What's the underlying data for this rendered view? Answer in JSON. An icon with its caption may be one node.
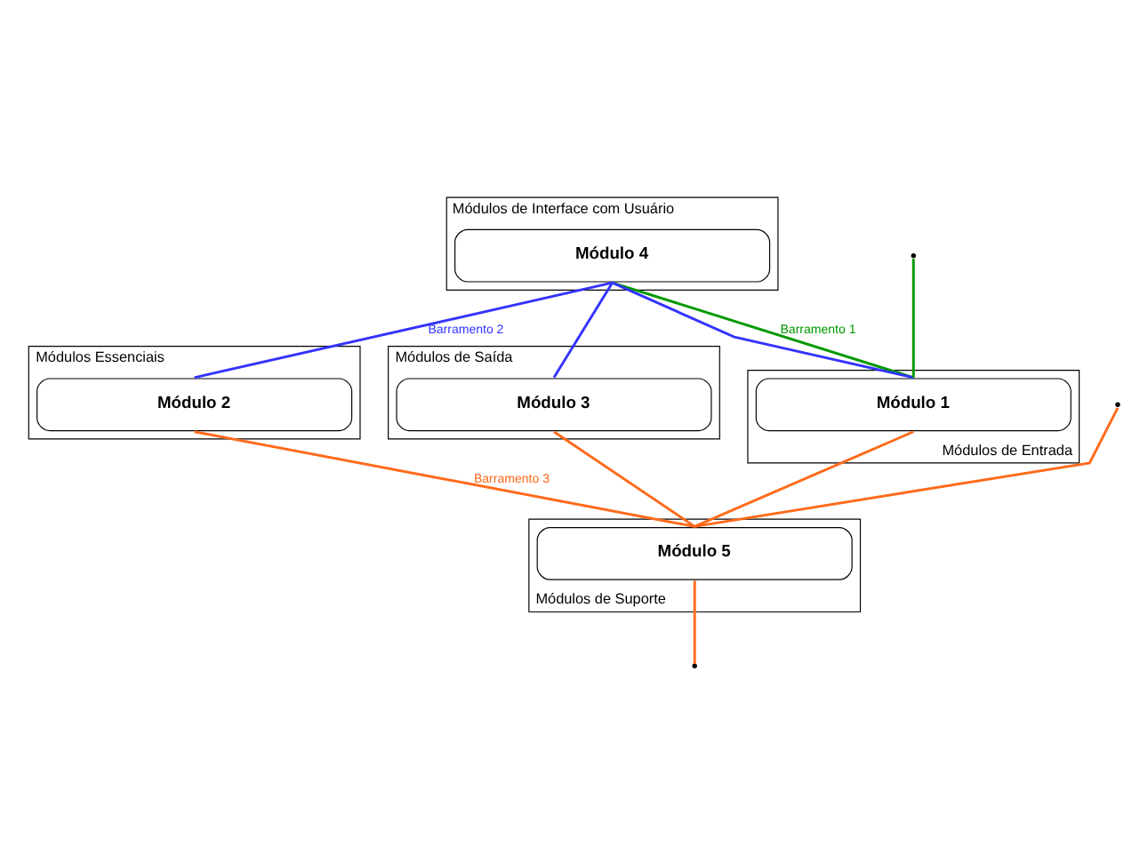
{
  "diagram": {
    "nodes": [
      {
        "text": [
          "Módulos de Interface com Usuário"
        ]
      },
      {
        "text": [
          "Módulo 4"
        ],
        "in": 0
      },
      {
        "text": [
          "Módulos de Entrada"
        ]
      },
      {
        "text": [
          "Módulo 1"
        ],
        "in": 2
      },
      {
        "text": [
          "Módulos Essenciais"
        ]
      },
      {
        "text": [
          "Módulo 2"
        ],
        "in": 4
      },
      {
        "text": [
          "Módulos de Saída"
        ]
      },
      {
        "text": [
          "Módulo 3"
        ],
        "in": 6
      },
      {
        "text": [
          "Módulos de Suporte"
        ]
      },
      {
        "text": [
          "Módulo 5"
        ],
        "in": 8
      }
    ],
    "edges": [
      {
        "from": 1,
        "to": 3,
        "arrow": "none",
        "label": "Barramento 1",
        "color": "#009900"
      },
      {
        "from": null,
        "to": 3,
        "arrow": "none",
        "color": "#009900"
      },
      {
        "from": 1,
        "to": 5,
        "arrow": "none",
        "label": "Barramento 2",
        "color": "#3333ff"
      },
      {
        "from": 1,
        "to": 3,
        "arrow": "none",
        "color": "#3333ff"
      },
      {
        "from": 1,
        "to": 7,
        "arrow": "none",
        "color": "#3333ff"
      },
      {
        "from": 5,
        "to": 9,
        "arrow": "none",
        "label": "Barramento 3",
        "color": "#ff6a1a"
      },
      {
        "from": 3,
        "to": 9,
        "arrow": "none",
        "color": "#ff6a1a"
      },
      {
        "from": 7,
        "to": 9,
        "arrow": "none",
        "color": "#ff6a1a"
      },
      {
        "from": null,
        "to": 9,
        "arrow": "none",
        "color": "#ff6a1a"
      },
      {
        "from": 9,
        "to": null,
        "arrow": "none",
        "color": "#ff6a1a"
      }
    ]
  }
}
